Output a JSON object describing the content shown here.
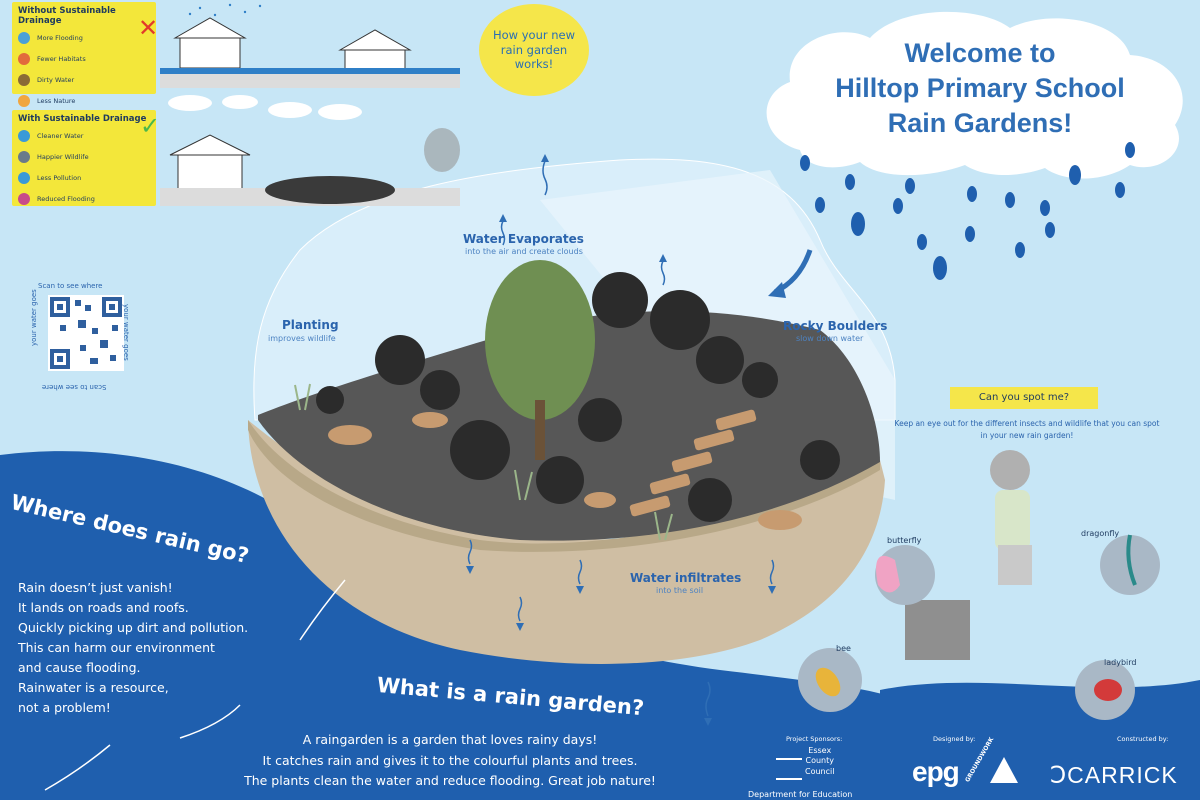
{
  "legend_without": {
    "title": "Without Sustainable Drainage",
    "items": [
      {
        "label": "More Flooding",
        "icon": "flood-icon",
        "color": "#4aa0d8"
      },
      {
        "label": "Fewer Habitats",
        "icon": "habitat-icon",
        "color": "#e26a3c"
      },
      {
        "label": "Dirty Water",
        "icon": "dirty-water-icon",
        "color": "#8a6b36"
      },
      {
        "label": "Less Nature",
        "icon": "sad-face-icon",
        "color": "#f0a640"
      }
    ]
  },
  "legend_with": {
    "title": "With Sustainable Drainage",
    "items": [
      {
        "label": "Cleaner Water",
        "icon": "clean-water-icon",
        "color": "#3a9ad8"
      },
      {
        "label": "Happier Wildlife",
        "icon": "fish-icon",
        "color": "#6a7a8a"
      },
      {
        "label": "Less Pollution",
        "icon": "recycle-icon",
        "color": "#3a9ad8"
      },
      {
        "label": "Reduced Flooding",
        "icon": "boot-icon",
        "color": "#c84a8a"
      }
    ]
  },
  "how_circle": "How your new rain garden works!",
  "title_lines": [
    "Welcome to",
    "Hilltop Primary School",
    "Rain Gardens!"
  ],
  "labels": {
    "evaporates": "Water Evaporates",
    "evaporates_sub": "into the air and create clouds",
    "planting": "Planting",
    "planting_sub": "improves wildlife",
    "rocky": "Rocky Boulders",
    "rocky_sub": "slow down water",
    "infiltrates": "Water infiltrates",
    "infiltrates_sub": "into the soil"
  },
  "qr": {
    "top": "Scan to see where",
    "right": "your water goes",
    "bottom": "Scan to see where",
    "left": "your water goes"
  },
  "spot": {
    "title": "Can you spot me?",
    "text": "Keep an eye out for the different insects and wildlife that you can spot in your new rain garden!"
  },
  "critters": {
    "butterfly": "butterfly",
    "dragonfly": "dragonfly",
    "bee": "bee",
    "ladybird": "ladybird"
  },
  "where_title": "Where does rain go?",
  "where_lines": [
    "Rain doesn’t just vanish!",
    "It lands on roads and roofs.",
    "Quickly picking up dirt and pollution.",
    "This can harm our environment",
    "and cause flooding.",
    "Rainwater is a resource,",
    "not a problem!"
  ],
  "garden_title": "What is a rain garden?",
  "garden_lines": [
    "A raingarden is a garden that loves rainy days!",
    "It catches rain and gives it to the colourful plants and trees.",
    "The plants clean the water and reduce flooding. Great job nature!"
  ],
  "sponsors": {
    "project": "Project Sponsors:",
    "designed": "Designed by:",
    "constructed": "Constructed by:",
    "essex": [
      "Essex",
      "County",
      "Council"
    ],
    "dept": "Department for Education",
    "epg": "epg",
    "groundwork": "GROUNDWORK",
    "carrick": "CARRICK"
  },
  "colors": {
    "sky": "#c7e6f6",
    "ocean": "#1f5fae",
    "yellow": "#f5e64a",
    "title_blue": "#2f6eb5"
  }
}
